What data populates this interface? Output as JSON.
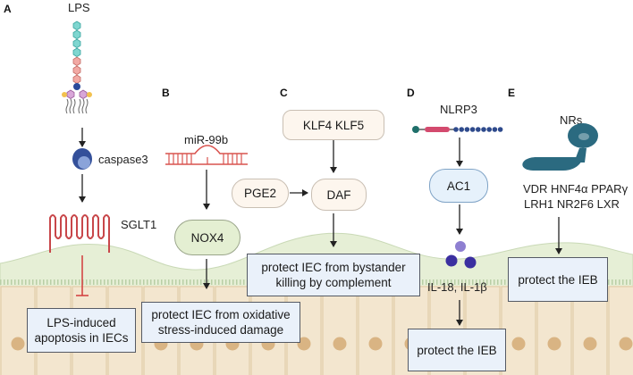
{
  "panels": {
    "a": "A",
    "b": "B",
    "c": "C",
    "d": "D",
    "e": "E"
  },
  "panel_a": {
    "lps": "LPS",
    "caspase": "caspase3",
    "sglt": "SGLT1",
    "outcome": "LPS-induced\napoptosis in IECs"
  },
  "panel_b": {
    "mirna": "miR-99b",
    "nox": "NOX4",
    "outcome": "protect IEC from oxidative\nstress-induced damage"
  },
  "panel_c": {
    "klf": "KLF4 KLF5",
    "pge": "PGE2",
    "daf": "DAF",
    "outcome": "protect IEC from bystander\nkilling by complement"
  },
  "panel_d": {
    "nlrp": "NLRP3",
    "ac": "AC1",
    "cytokines": "IL-18, IL-1β",
    "outcome": "protect the IEB"
  },
  "panel_e": {
    "nrs": "NRs",
    "line1": "VDR  HNF4α  PPARγ",
    "line2": "LRH1  NR2F6  LXR",
    "outcome": "protect the IEB"
  },
  "colors": {
    "epithelium": "#f3e6cf",
    "nucleus": "#d9b483",
    "mucus": "#e6efd6",
    "box_fill": "#eaf1fa",
    "mirna": "#d9534f",
    "receptor": "#2b6a80",
    "caspase": "#34509a"
  }
}
